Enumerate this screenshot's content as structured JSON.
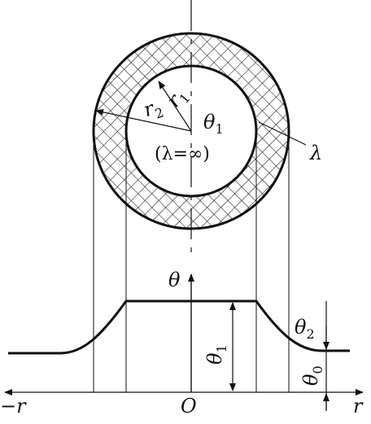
{
  "labels": {
    "r1_main": "r",
    "r1_sub": "1",
    "r2_main": "r",
    "r2_sub": "2",
    "theta1_top_main": "θ",
    "theta1_top_sub": "1",
    "lambda_inf": "(λ=∞)",
    "lambda": "λ",
    "theta_axis": "θ",
    "theta1_main": "θ",
    "theta1_sub": "1",
    "theta2_main": "θ",
    "theta2_sub": "2",
    "theta0_main": "θ",
    "theta0_sub": "0",
    "origin": "O",
    "neg_r": "−r",
    "pos_r": "r"
  },
  "colors": {
    "ink": "#111111",
    "background": "#ffffff"
  }
}
